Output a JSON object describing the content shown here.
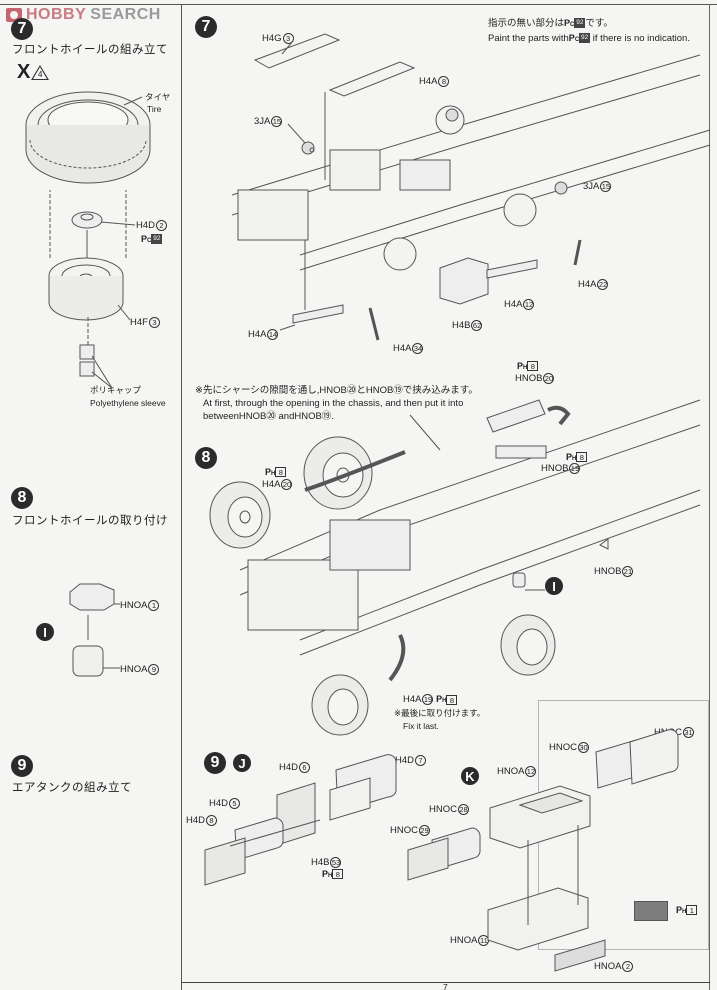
{
  "watermark": {
    "brand": "HOBBY",
    "brand2": "SEARCH"
  },
  "header_note": {
    "jp": "指示の無い部分は",
    "jp_suffix": "です。",
    "en_prefix": "Paint the parts with",
    "en_suffix": "if there is no indication.",
    "paint_code": "P",
    "paint_sub": "C",
    "paint_num": "92"
  },
  "left_column": {
    "step7": {
      "number": "7",
      "title_jp": "フロントホイールの組み立て",
      "quantity_mark": "X",
      "quantity": "4",
      "labels": {
        "tire_jp": "タイヤ",
        "tire_en": "Tire",
        "h4d": "H4D",
        "h4d_num": "2",
        "pc_code": "P",
        "pc_sub": "C",
        "pc_num": "92",
        "h4f": "H4F",
        "h4f_num": "3",
        "sleeve_jp": "ポリキャップ",
        "sleeve_en": "Polyethylene sleeve"
      }
    },
    "step8": {
      "number": "8",
      "title_jp": "フロントホイールの取り付け",
      "sub_marker": "I",
      "labels": [
        {
          "part": "HNOA",
          "num": "1"
        },
        {
          "part": "HNOA",
          "num": "9"
        }
      ]
    },
    "step9": {
      "number": "9",
      "title_jp": "エアタンクの組み立て"
    }
  },
  "main": {
    "step7": {
      "number": "7",
      "labels": [
        {
          "part": "H4G",
          "num": "3"
        },
        {
          "part": "H4A",
          "num": "8"
        },
        {
          "part": "3JA",
          "num": "15"
        },
        {
          "part": "3JA",
          "num": "15"
        },
        {
          "part": "H4A",
          "num": "22"
        },
        {
          "part": "H4A",
          "num": "12"
        },
        {
          "part": "H4B",
          "num": "62"
        },
        {
          "part": "H4A",
          "num": "14"
        },
        {
          "part": "H4A",
          "num": "34"
        }
      ]
    },
    "note_first": {
      "jp": "※先にシャーシの隙間を通し,HNOB⑳とHNOB⑲で挟み込みます。",
      "en_line1": "At first, through the opening in the chassis, and then put it into",
      "en_line2": "betweenHNOB⑳ andHNOB⑲."
    },
    "step8": {
      "number": "8",
      "sub_marker": "I",
      "labels": [
        {
          "part": "H4A",
          "num": "20",
          "paint": "P",
          "paint_sub": "H",
          "paint_num": "8"
        },
        {
          "part": "HNOB",
          "num": "20",
          "paint": "P",
          "paint_sub": "H",
          "paint_num": "8"
        },
        {
          "part": "HNOB",
          "num": "19",
          "paint": "P",
          "paint_sub": "H",
          "paint_num": "8"
        },
        {
          "part": "HNOB",
          "num": "21"
        },
        {
          "part": "H4A",
          "num": "19",
          "paint": "P",
          "paint_sub": "H",
          "paint_num": "8"
        }
      ],
      "fix_last_jp": "※最後に取り付けます。",
      "fix_last_en": "Fix it last."
    },
    "step9": {
      "number": "9",
      "sub_marker_j": "J",
      "labels": [
        {
          "part": "H4D",
          "num": "6"
        },
        {
          "part": "H4D",
          "num": "7"
        },
        {
          "part": "H4D",
          "num": "5"
        },
        {
          "part": "H4D",
          "num": "8"
        },
        {
          "part": "H4B",
          "num": "53",
          "paint": "P",
          "paint_sub": "H",
          "paint_num": "8"
        }
      ]
    },
    "step_k": {
      "sub_marker": "K",
      "labels": [
        {
          "part": "HNOC",
          "num": "30"
        },
        {
          "part": "HNOC",
          "num": "31"
        },
        {
          "part": "HNOA",
          "num": "12"
        },
        {
          "part": "HNOC",
          "num": "28"
        },
        {
          "part": "HNOC",
          "num": "29"
        },
        {
          "part": "HNOA",
          "num": "11"
        },
        {
          "part": "HNOA",
          "num": "2"
        }
      ],
      "swatch": {
        "color": "#7d7d7d",
        "paint": "P",
        "paint_sub": "H",
        "paint_num": "1"
      }
    },
    "page_number": "7"
  }
}
